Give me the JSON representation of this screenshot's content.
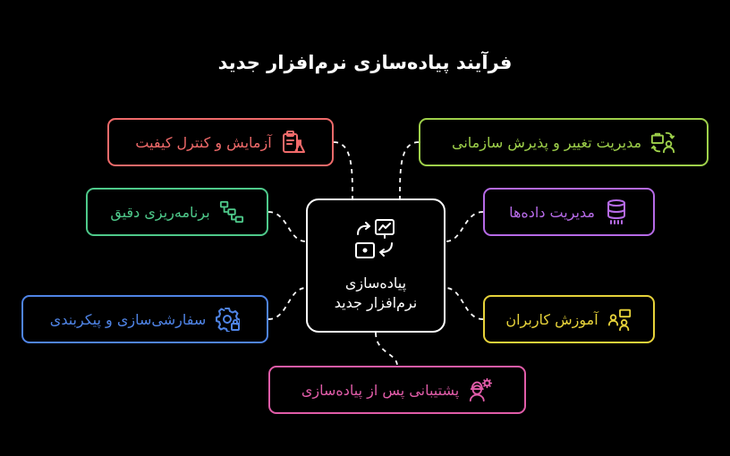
{
  "title": "فرآیند پیاده‌سازی نرم‌افزار جدید",
  "center": {
    "label_line1": "پیاده‌سازی",
    "label_line2": "نرم‌افزار جدید",
    "icon": "presentation-board-icon"
  },
  "nodes": [
    {
      "key": "testing",
      "label": "آزمایش و کنترل کیفیت",
      "color": "#f06a6a",
      "icon": "clipboard-flask-icon"
    },
    {
      "key": "change",
      "label": "مدیریت تغییر و پذیرش سازمانی",
      "color": "#9ed04a",
      "icon": "briefcase-person-icon"
    },
    {
      "key": "planning",
      "label": "برنامه‌ریزی دقیق",
      "color": "#4ec98a",
      "icon": "flow-steps-icon"
    },
    {
      "key": "data",
      "label": "مدیریت داده‌ها",
      "color": "#b56ae6",
      "icon": "database-icon"
    },
    {
      "key": "custom",
      "label": "سفارشی‌سازی و پیکربندی",
      "color": "#4f84e6",
      "icon": "gear-lock-icon"
    },
    {
      "key": "training",
      "label": "آموزش کاربران",
      "color": "#e6d23a",
      "icon": "people-training-icon"
    },
    {
      "key": "support",
      "label": "پشتیبانی پس از پیاده‌سازی",
      "color": "#e05ca8",
      "icon": "support-engineer-icon"
    }
  ]
}
